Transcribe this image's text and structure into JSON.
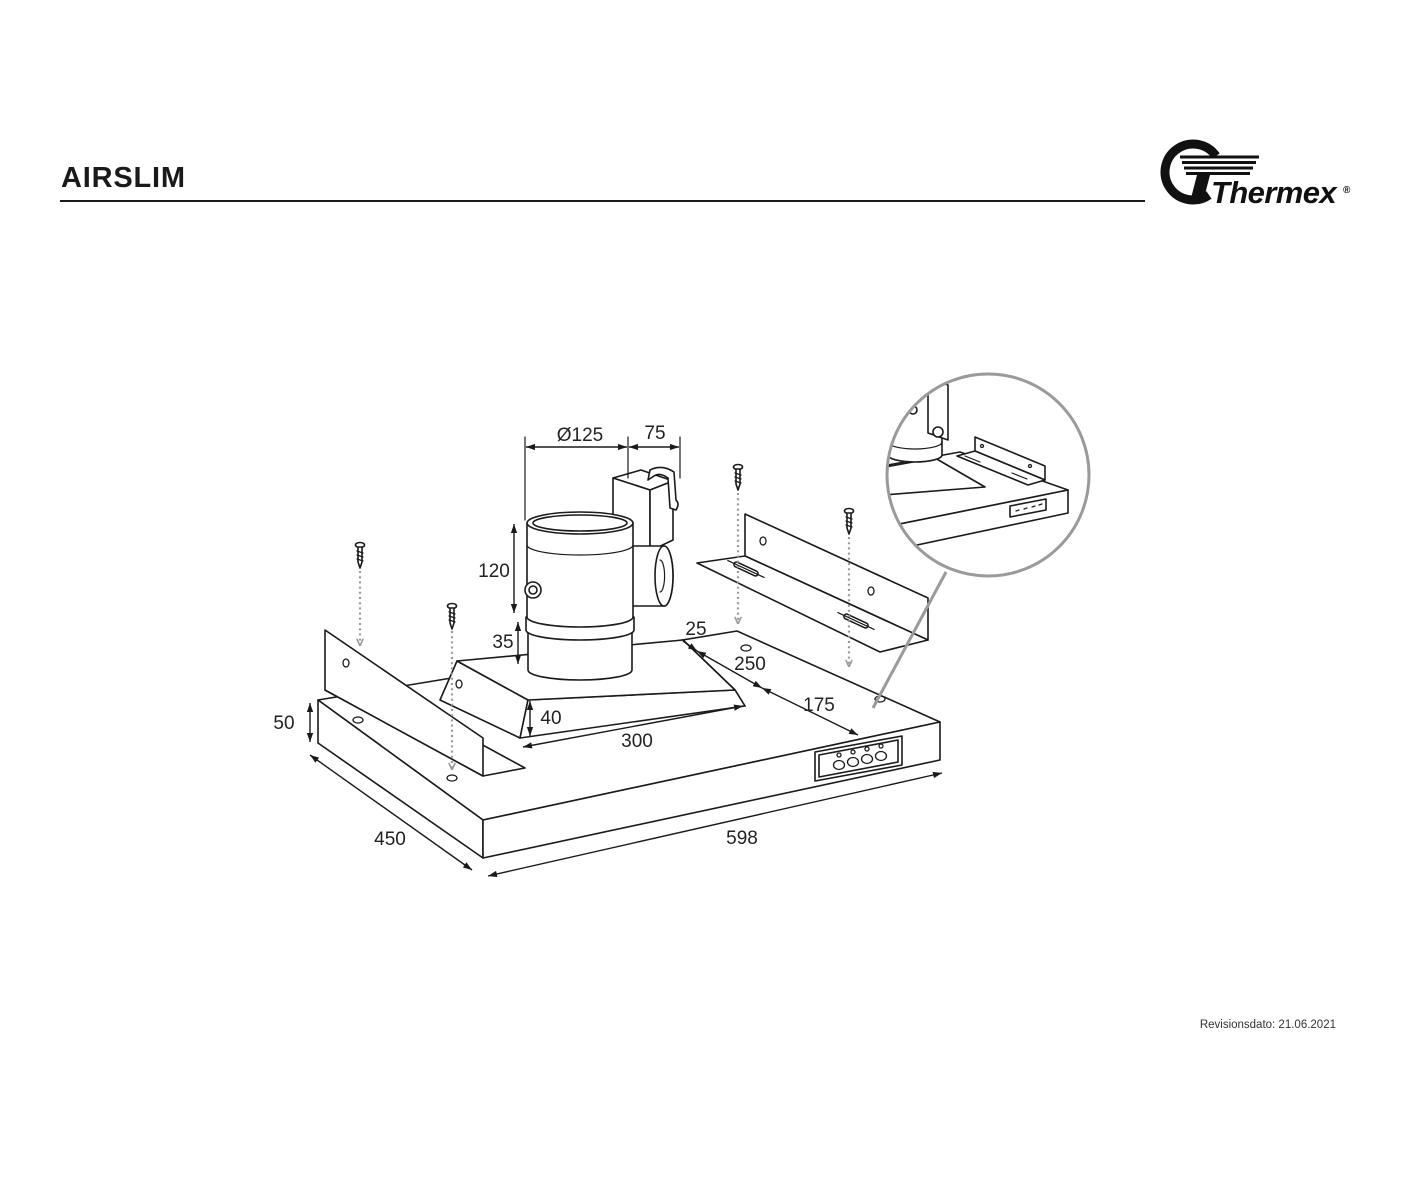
{
  "header": {
    "title": "AIRSLIM"
  },
  "logo": {
    "brand": "Thermex",
    "registered": "®"
  },
  "dimensions": {
    "duct_diameter": "Ø125",
    "motor_offset": "75",
    "duct_height": "120",
    "collar_height": "35",
    "rear_offset": "25",
    "collar_offset": "250",
    "panel_offset": "175",
    "body_height": "50",
    "filter_height": "40",
    "filter_width": "300",
    "body_depth": "450",
    "body_width": "598"
  },
  "footer": {
    "revision": "Revisionsdato: 21.06.2021"
  },
  "colors": {
    "ink": "#1a1a1a",
    "magnifier": "#9a9a9a",
    "background": "#ffffff"
  }
}
